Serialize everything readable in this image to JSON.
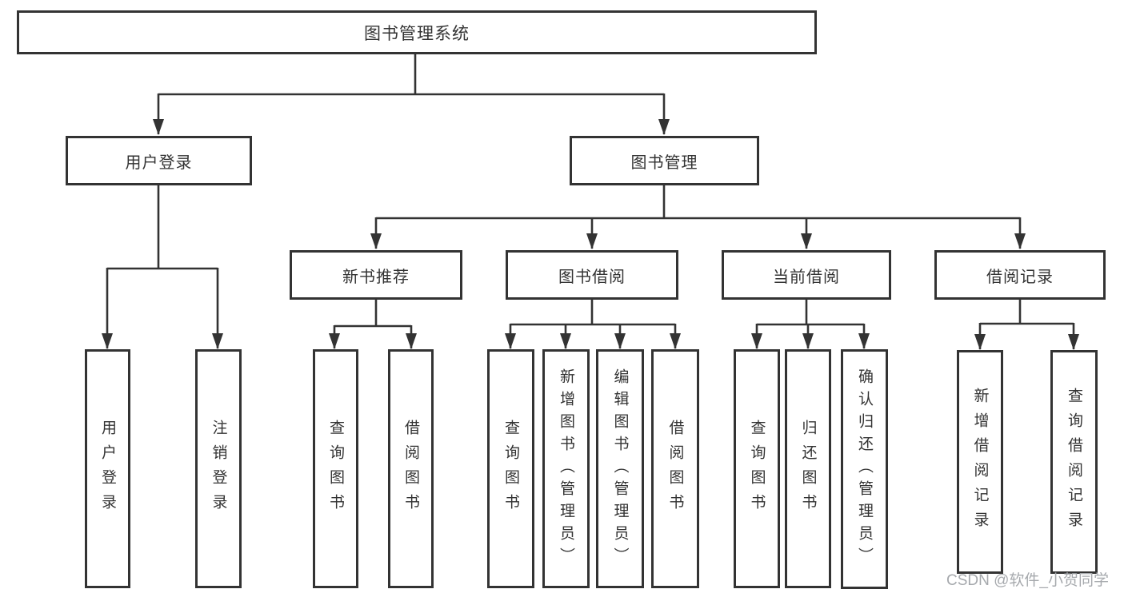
{
  "diagram": {
    "title": "图书管理系统",
    "root": {
      "label": "图书管理系统"
    },
    "branches": [
      {
        "label": "用户登录",
        "children": [
          {
            "label": "用户登录"
          },
          {
            "label": "注销登录"
          }
        ]
      },
      {
        "label": "图书管理",
        "children": [
          {
            "label": "新书推荐",
            "children": [
              {
                "label": "查询图书"
              },
              {
                "label": "借阅图书"
              }
            ]
          },
          {
            "label": "图书借阅",
            "children": [
              {
                "label": "查询图书"
              },
              {
                "label": "新增图书（管理员）"
              },
              {
                "label": "编辑图书（管理员）"
              },
              {
                "label": "借阅图书"
              }
            ]
          },
          {
            "label": "当前借阅",
            "children": [
              {
                "label": "查询图书"
              },
              {
                "label": "归还图书"
              },
              {
                "label": "确认归还（管理员）"
              }
            ]
          },
          {
            "label": "借阅记录",
            "children": [
              {
                "label": "新增借阅记录"
              },
              {
                "label": "查询借阅记录"
              }
            ]
          }
        ]
      }
    ],
    "line_color": "#333333",
    "watermark": {
      "text": "CSDN @软件_小贺同学",
      "color": "#a6a9ad"
    }
  }
}
